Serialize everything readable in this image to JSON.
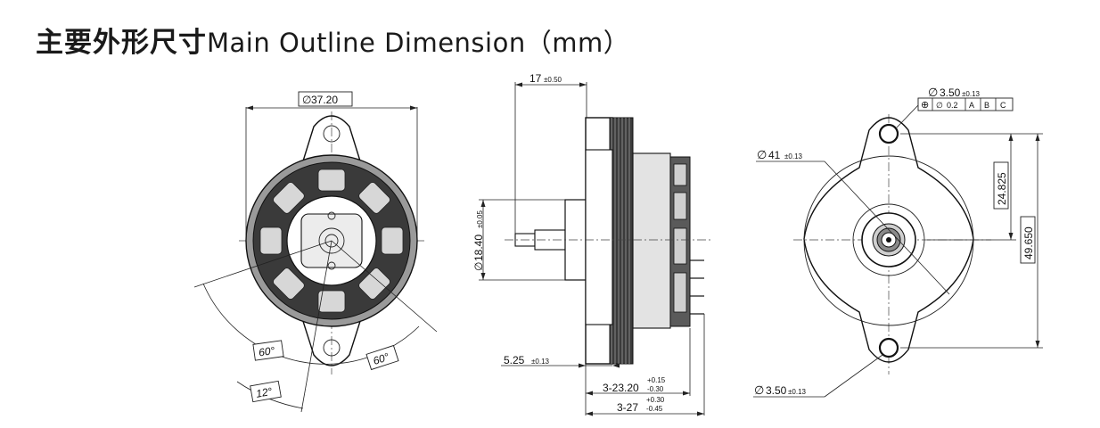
{
  "title": {
    "zh": "主要外形尺寸",
    "en": "Main Outline Dimension（mm）"
  },
  "views": {
    "front": {
      "dia_outer": "37.20",
      "angle_a": "60°",
      "angle_b": "60°",
      "angle_c": "12°"
    },
    "side": {
      "shaft_len_val": "17",
      "shaft_len_tol": "±0.50",
      "boss_dia_val": "18.40",
      "boss_dia_tol": "±0.05",
      "flange_val": "5.25",
      "flange_tol": "±0.13",
      "depth1_val": "3-23.20",
      "depth1_tol_up": "+0.15",
      "depth1_tol_dn": "-0.30",
      "depth2_val": "3-27",
      "depth2_tol_up": "+0.30",
      "depth2_tol_dn": "-0.45"
    },
    "rear": {
      "hole_top_val": "3.50",
      "hole_top_tol": "±0.13",
      "fcf": {
        "pos_symbol": "⊕",
        "dia_symbol": "∅",
        "tol": "0.2",
        "datum_a": "A",
        "datum_b": "B",
        "datum_c": "C"
      },
      "body_dia_val": "41",
      "body_dia_tol": "±0.13",
      "half_pitch": "24.825",
      "full_pitch": "49.650",
      "hole_bot_val": "3.50",
      "hole_bot_tol": "±0.13"
    }
  },
  "symbols": {
    "diameter": "∅"
  }
}
